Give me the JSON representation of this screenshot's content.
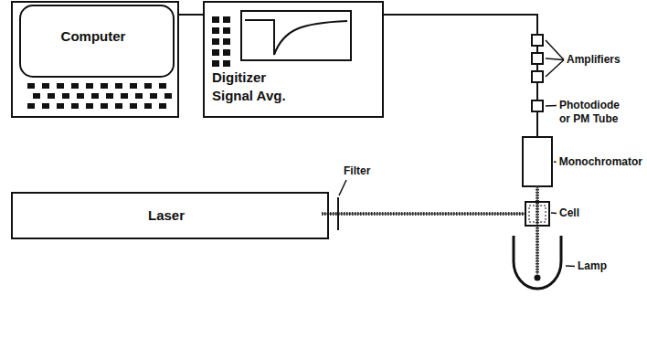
{
  "diagram": {
    "nodes": [
      {
        "text": [
          "Computer"
        ]
      },
      {
        "text": [
          "Digitizer Signal Avg."
        ]
      },
      {
        "text": [
          "Laser"
        ]
      }
    ],
    "edges": [
      {
        "from": 0,
        "to": 1,
        "arrow": "none"
      }
    ],
    "labels": [
      "Amplifiers",
      "Photodiode or PM Tube",
      "Monochromator",
      "Filter",
      "Cell",
      "Lamp"
    ]
  }
}
